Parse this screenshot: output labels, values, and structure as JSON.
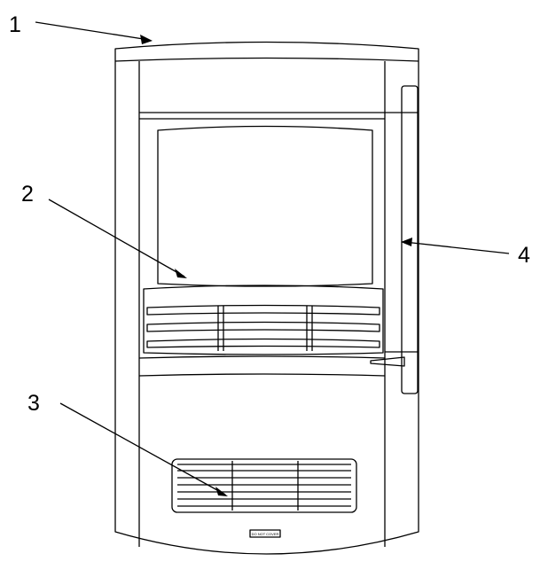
{
  "callouts": [
    {
      "id": "1",
      "label": "1"
    },
    {
      "id": "2",
      "label": "2"
    },
    {
      "id": "3",
      "label": "3"
    },
    {
      "id": "4",
      "label": "4"
    }
  ],
  "plate": {
    "text": "DO NOT COVER"
  },
  "colors": {
    "line": "#000000",
    "fill": "#ffffff"
  }
}
